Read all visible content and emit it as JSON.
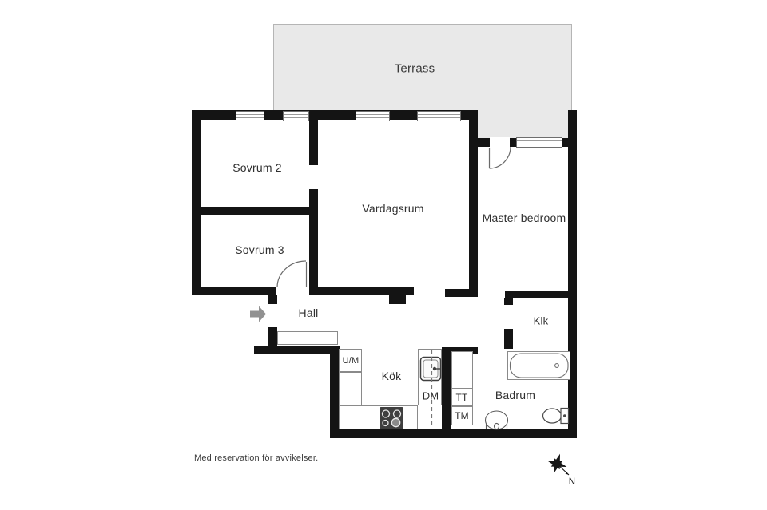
{
  "rooms": {
    "terrace": "Terrass",
    "bedroom2": "Sovrum 2",
    "bedroom3": "Sovrum 3",
    "living_room": "Vardagsrum",
    "master_bedroom": "Master bedroom",
    "hall": "Hall",
    "closet": "Klk",
    "kitchen": "Kök",
    "bathroom": "Badrum"
  },
  "appliances": {
    "um": "U/M",
    "dm": "DM",
    "tt": "TT",
    "tm": "TM"
  },
  "footer": {
    "disclaimer": "Med reservation för avvikelser."
  },
  "compass": {
    "north": "N"
  },
  "colors": {
    "wall": "#141414",
    "terrace_fill": "#e9e9e9",
    "terrace_border": "#b5b5b5",
    "fixture_outline": "#8a8a8a",
    "text": "#303030",
    "entry_arrow": "#919191"
  }
}
